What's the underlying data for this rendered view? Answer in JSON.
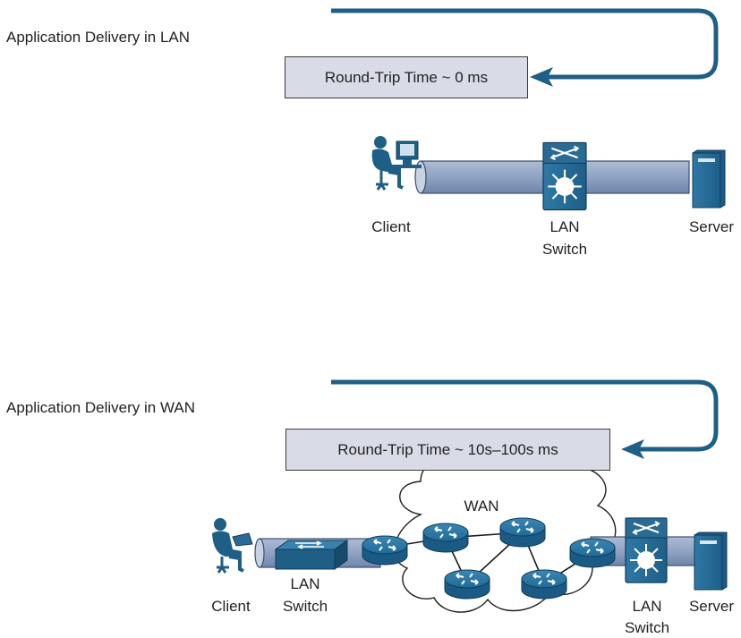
{
  "lan_section": {
    "title": "Application Delivery in LAN",
    "rtt": "Round-Trip Time ~ 0 ms",
    "client_label": "Client",
    "switch_label_line1": "LAN",
    "switch_label_line2": "Switch",
    "server_label": "Server"
  },
  "wan_section": {
    "title": "Application Delivery in WAN",
    "rtt": "Round-Trip Time ~ 10s–100s ms",
    "cloud_label": "WAN",
    "client_label": "Client",
    "client_switch_label_line1": "LAN",
    "client_switch_label_line2": "Switch",
    "server_switch_label_line1": "LAN",
    "server_switch_label_line2": "Switch",
    "server_label": "Server"
  },
  "colors": {
    "arrow": "#1f5f86",
    "pipe": "#8fa3c2",
    "pipe_edge": "#3a4f70",
    "device": "#2a6a93",
    "device_dark": "#184a6b",
    "box_fill": "#d9dbe6"
  },
  "icons": [
    "user-at-desktop-icon",
    "lan-switch-icon",
    "server-icon",
    "user-with-laptop-icon",
    "workgroup-switch-icon",
    "router-icon",
    "cloud-icon",
    "rtt-arrow-icon"
  ]
}
